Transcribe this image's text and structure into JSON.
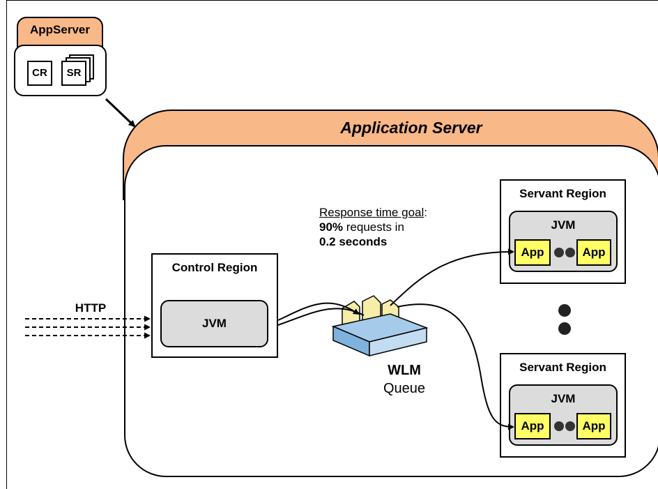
{
  "mini_server": {
    "title": "AppServer",
    "cr_label": "CR",
    "sr_label": "SR"
  },
  "app_server": {
    "title": "Application Server"
  },
  "http_label": "HTTP",
  "control_region": {
    "title": "Control Region",
    "jvm_label": "JVM"
  },
  "goal": {
    "heading": "Response time goal",
    "heading_suffix": ":",
    "pct": "90%",
    "pct_suffix": " requests in",
    "time": "0.2 seconds"
  },
  "queue": {
    "title": "WLM",
    "subtitle": "Queue"
  },
  "servant_regions": [
    {
      "title": "Servant Region",
      "jvm_label": "JVM",
      "app1": "App",
      "app2": "App"
    },
    {
      "title": "Servant Region",
      "jvm_label": "JVM",
      "app1": "App",
      "app2": "App"
    }
  ],
  "colors": {
    "tab_fill": "#f9b887",
    "app_fill": "#ffff66",
    "jvm_fill": "#dcdcdc",
    "queue_fill": "#a6cbea",
    "folder_fill": "#f5eda8"
  }
}
